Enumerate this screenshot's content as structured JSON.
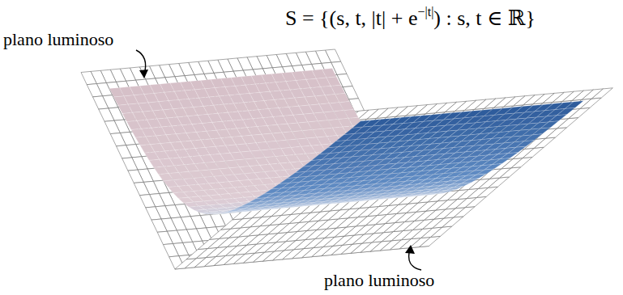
{
  "diagram": {
    "labels": [
      "plano luminoso",
      "S = {(s, t, |t| + e",
      "−|t|",
      ") : s, t ∈ ℝ}",
      "plano luminoso"
    ]
  }
}
